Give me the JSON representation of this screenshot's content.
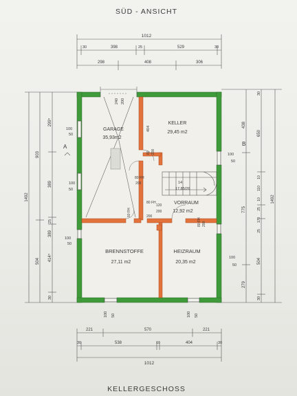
{
  "header": {
    "title": "SÜD - ANSICHT"
  },
  "footer": {
    "title": "KELLERGESCHOSS"
  },
  "section_marks": {
    "a": "A",
    "b": "B"
  },
  "rooms": {
    "garage": {
      "name": "GARAGE",
      "area": "35,93m2"
    },
    "keller": {
      "name": "KELLER",
      "area": "29,45 m2"
    },
    "vorraum": {
      "name": "VORRAUM",
      "area": "12,92 m2"
    },
    "brennstoffe": {
      "name": "BRENNSTOFFE",
      "area": "27,11 m2"
    },
    "heizraum": {
      "name": "HEIZRAUM",
      "area": "20,35 m2"
    }
  },
  "stair": {
    "steps": "14",
    "note": "17,85/26"
  },
  "top_dims": {
    "overall": "1012",
    "a": [
      "30",
      "398",
      "25",
      "529",
      "30"
    ],
    "b": [
      "298",
      "408",
      "306"
    ]
  },
  "bottom_dims": {
    "a": [
      "221",
      "570",
      "221"
    ],
    "b": [
      "30",
      "538",
      "10",
      "404",
      "30"
    ],
    "overall": "1012"
  },
  "left_dims": {
    "overall": "1492",
    "a": [
      "903",
      "504"
    ],
    "b": [
      "299⁵",
      "389",
      "25",
      "389",
      "414⁵",
      "30"
    ]
  },
  "right_dims": {
    "overall": "1492",
    "a": [
      "438",
      "775",
      "279"
    ],
    "b": [
      "30",
      "650",
      "10",
      "110",
      "10",
      "25",
      "170",
      "25",
      "504",
      "30"
    ]
  },
  "openings": {
    "garage_left_top": [
      "100",
      "50"
    ],
    "garage_left_bottom": [
      "100",
      "50"
    ],
    "brenn_left": [
      "100",
      "50"
    ],
    "keller_right": [
      "100",
      "50"
    ],
    "heiz_right": [
      "100",
      "50"
    ],
    "garage_door": [
      "240",
      "200"
    ],
    "keller_door": [
      "80",
      "200"
    ],
    "keller_side": [
      "404"
    ],
    "bottom_left": [
      "100",
      "50"
    ],
    "bottom_right": [
      "100",
      "50"
    ],
    "door_80_200a": [
      "80 FH",
      "200"
    ],
    "door_80_200b": [
      "80 FH",
      "200"
    ],
    "door_120_200": [
      "120",
      "200"
    ],
    "door_60": [
      "60 FH"
    ],
    "door_80_fh": [
      "80 FH",
      "200"
    ]
  }
}
